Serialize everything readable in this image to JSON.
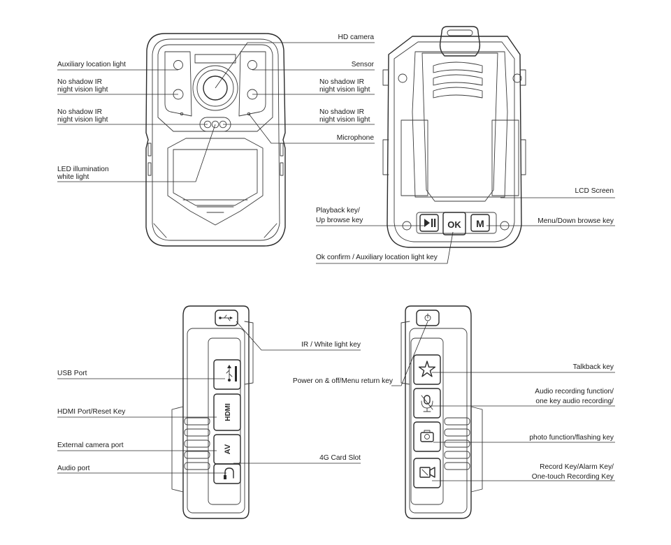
{
  "labels": {
    "hd_camera": "HD camera",
    "aux_location_light": "Auxiliary location light",
    "sensor": "Sensor",
    "ir_left_upper_1": "No shadow IR",
    "ir_left_upper_2": "night vision light",
    "ir_right_upper_1": "No shadow IR",
    "ir_right_upper_2": "night vision light",
    "ir_left_lower_1": "No shadow IR",
    "ir_left_lower_2": "night vision light",
    "ir_right_lower_1": "No shadow IR",
    "ir_right_lower_2": "night vision light",
    "microphone": "Microphone",
    "led_white_1": "LED illumination",
    "led_white_2": "white light",
    "lcd_screen": "LCD Screen",
    "playback_1": "Playback key/",
    "playback_2": "Up browse key",
    "menu_down": "Menu/Down browse key",
    "ok_confirm": "Ok confirm / Auxiliary location light key",
    "ir_white_key": "IR / White light key",
    "usb_port": "USB Port",
    "power_menu": "Power on & off/Menu return key",
    "talkback": "Talkback key",
    "audio_rec_1": "Audio recording function/",
    "audio_rec_2": "one key audio recording/",
    "hdmi_reset": "HDMI Port/Reset Key",
    "photo_flash": "photo function/flashing key",
    "ext_camera": "External camera port",
    "card_slot": "4G Card Slot",
    "audio_port": "Audio port",
    "record_1": "Record Key/Alarm Key/",
    "record_2": "One-touch Recording Key"
  },
  "device_text": {
    "ok_key": "OK",
    "menu_key": "M",
    "hdmi_port": "HDMI",
    "av_port": "AV"
  },
  "icons": {
    "playback_key": "play-pause-icon",
    "usb_port": "usb-icon",
    "ir_key": "usb-icon",
    "audio_port": "headphone-icon",
    "talkback_key": "star-icon",
    "audio_key": "microphone-icon",
    "photo_key": "camera-icon",
    "record_key": "video-camera-icon"
  },
  "colors": {
    "line": "#2a2a2a",
    "text": "#1a1a1a",
    "background": "#ffffff"
  }
}
